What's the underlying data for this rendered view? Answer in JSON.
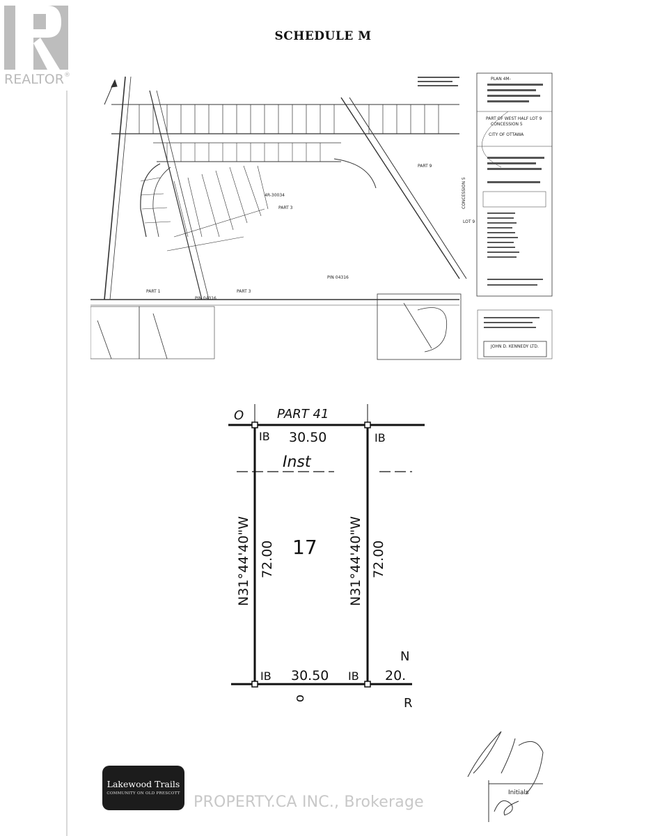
{
  "header": {
    "realtor_brand": "REALTOR",
    "realtor_mark": "®",
    "title": "SCHEDULE M"
  },
  "plan": {
    "labels": {
      "plan_no": "PLAN  4M-",
      "part_lot": "PART OF WEST HALF LOT 9",
      "concession": "CONCESSION 5",
      "city": "CITY OF OTTAWA",
      "ref_plan": "4R-30034",
      "part_main": "PART 3",
      "part_1": "PART 1",
      "part_3": "PART 3",
      "part_9": "PART 9",
      "lot_9": "LOT 9",
      "concession_vertical": "CONCESSION 5",
      "pin_left": "PIN 04316",
      "pin_right": "PIN 04316",
      "surveyor": "JOHN D. KENNEDY LTD."
    }
  },
  "lot": {
    "part_label": "PART 41",
    "corner_mark": "O",
    "top_dimension": "30.50",
    "bottom_dimension_left": "30.50",
    "bottom_dimension_right": "20.",
    "inst_label": "Inst",
    "lot_number": "17",
    "bearing_left": "N31°44'40\"W",
    "bearing_right": "N31°44'40\"W",
    "side_dimension_left": "72.00",
    "side_dimension_right": "72.00",
    "ib_top_left": "IB",
    "ib_top_right": "IB",
    "ib_bottom_left": "IB",
    "ib_bottom_right": "IB",
    "n_mark": "N",
    "r_mark": "R",
    "bottom_o": "o"
  },
  "footer": {
    "brand_name": "Lakewood Trails",
    "brand_tagline": "COMMUNITY ON OLD PRESCOTT",
    "watermark": "PROPERTY.CA INC., Brokerage",
    "initials_label": "Initials"
  }
}
